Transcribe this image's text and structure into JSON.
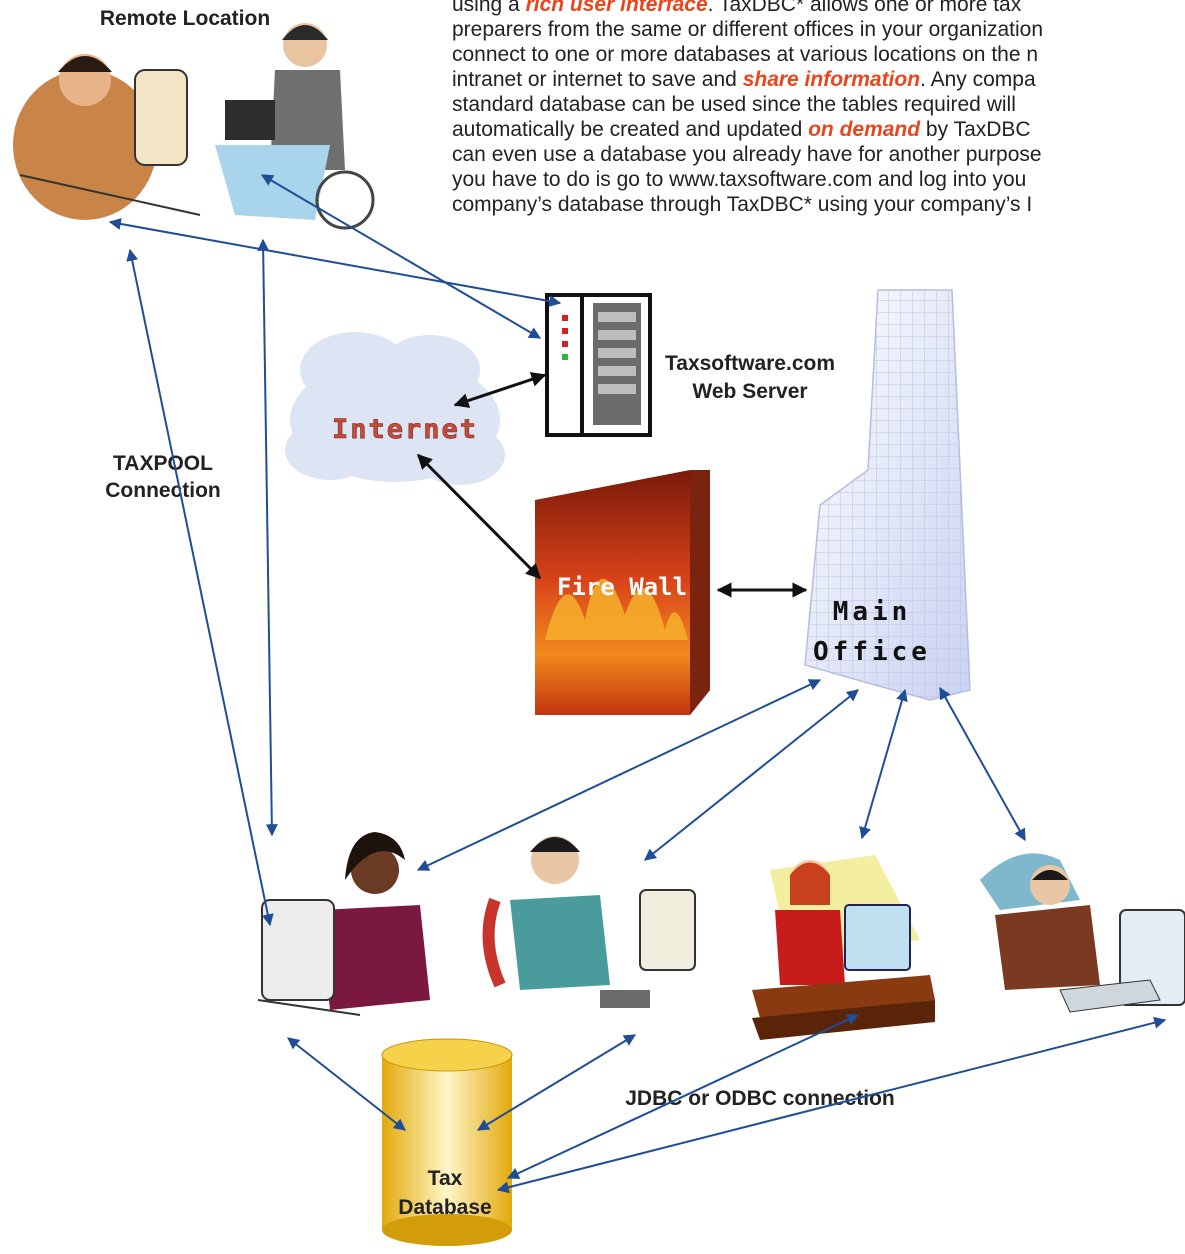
{
  "intro": {
    "line1_a": "using a ",
    "line1_hl": "rich user interface",
    "line1_b": ". TaxDBC* allows one or more tax",
    "line2": "preparers from the same or different offices in your organization",
    "line3": "connect to one or more databases at various locations on the n",
    "line4_a": "intranet or internet to save and ",
    "line4_hl": "share information",
    "line4_b": ". Any compa",
    "line5": "standard database can be used since the tables required will",
    "line6_a": "automatically be created and updated ",
    "line6_hl": "on demand",
    "line6_b": " by TaxDBC",
    "line7": "can even use a database you already have for another purpose",
    "line8": "you have to do is go to  www.taxsoftware.com and log into you",
    "line9": "company’s database through TaxDBC* using your company’s I"
  },
  "labels": {
    "remote_location": "Remote Location",
    "web_server_1": "Taxsoftware.com",
    "web_server_2": "Web Server",
    "internet": "Internet",
    "fire_wall": "Fire Wall",
    "main_office_1": "Main",
    "main_office_2": "Office",
    "taxpool_1": "TAXPOOL",
    "taxpool_2": "Connection",
    "jdbc": "JDBC or ODBC connection",
    "tax_db_1": "Tax",
    "tax_db_2": "Database"
  },
  "colors": {
    "arrow_blue": "#1f4e96",
    "arrow_black": "#111111",
    "highlight": "#e8461d",
    "cylinder": "#f2c21a",
    "firewall": "#d0401a",
    "cloud": "#dde4f4"
  }
}
